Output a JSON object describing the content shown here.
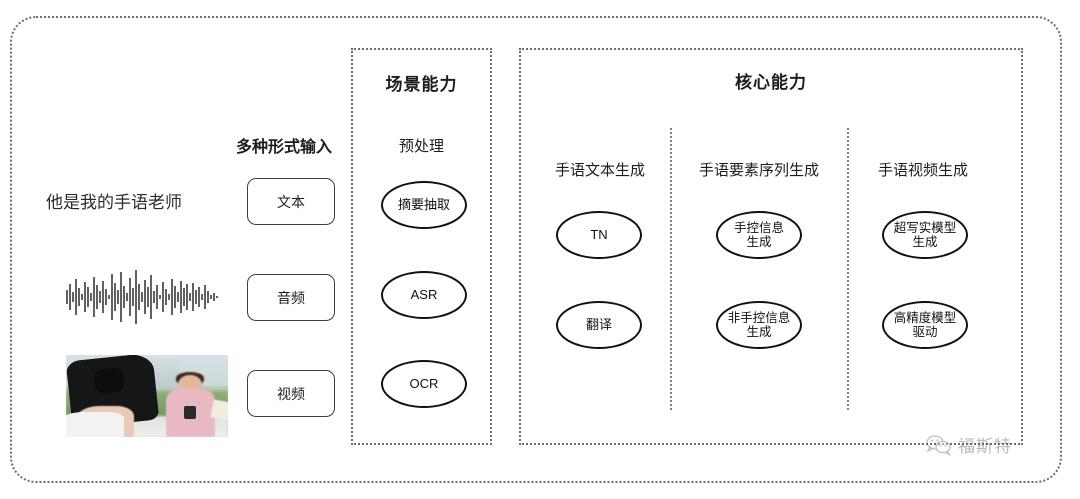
{
  "outer": {
    "name": "overall-pipeline-frame"
  },
  "left": {
    "heading": "多种形式输入",
    "sample_text": "他是我的手语老师",
    "modalities": [
      {
        "label": "文本",
        "media": "text-sample"
      },
      {
        "label": "音频",
        "media": "audio-waveform"
      },
      {
        "label": "视频",
        "media": "video-thumbnail"
      }
    ]
  },
  "middle": {
    "title": "场景能力",
    "subtitle": "预处理",
    "nodes": [
      "摘要抽取",
      "ASR",
      "OCR"
    ]
  },
  "right": {
    "title": "核心能力",
    "columns": [
      {
        "heading": "手语文本生成",
        "nodes": [
          "TN",
          "翻译"
        ]
      },
      {
        "heading": "手语要素序列生成",
        "nodes": [
          "手控信息\n生成",
          "非手控信息\n生成"
        ]
      },
      {
        "heading": "手语视频生成",
        "nodes": [
          "超写实模型\n生成",
          "高精度模型\n驱动"
        ]
      }
    ]
  },
  "watermark": {
    "icon": "wechat-icon",
    "text": "福斯特"
  },
  "colors": {
    "border_dotted": "#6d6d6d",
    "oval_stroke": "#111111",
    "text": "#1d1d1d",
    "box_stroke": "#3a3a4a",
    "watermark_text": "#5a5a5a"
  }
}
